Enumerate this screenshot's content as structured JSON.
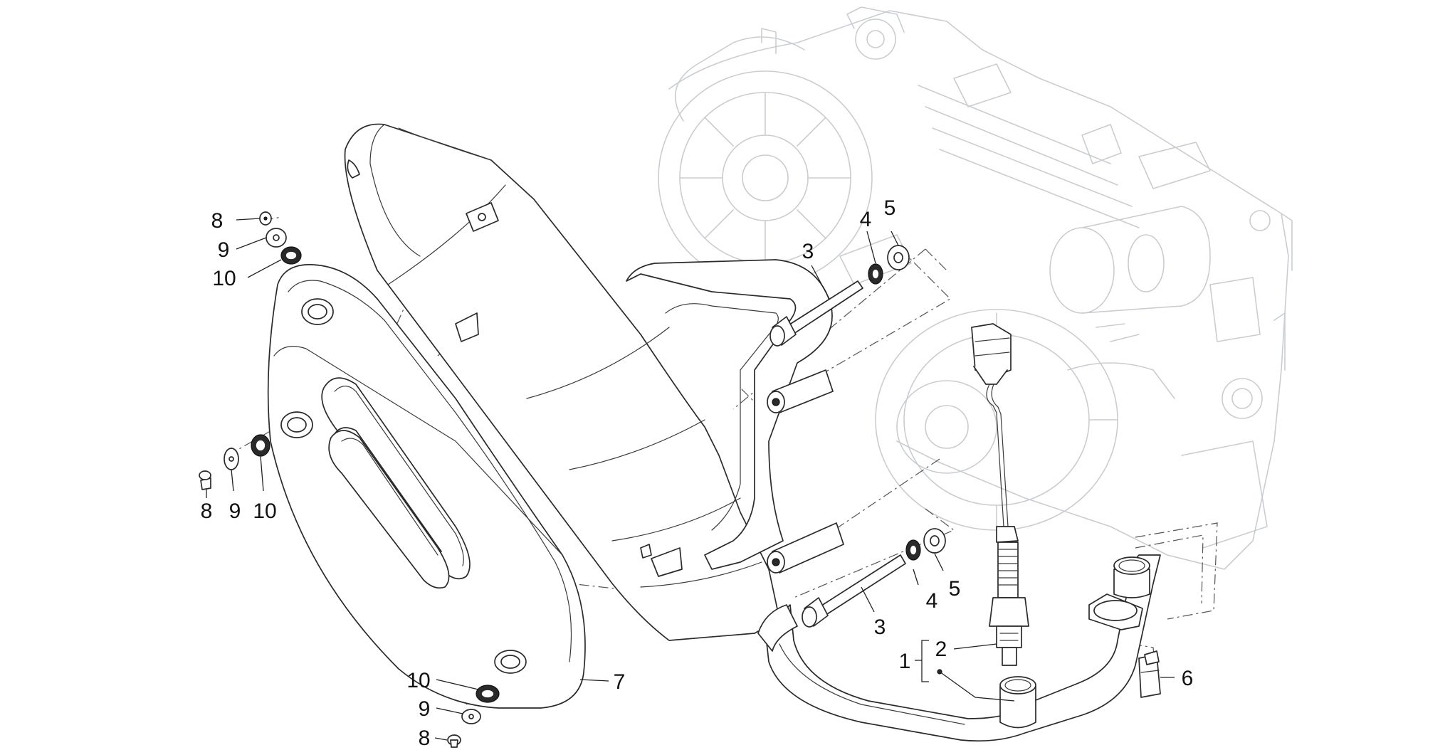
{
  "callouts": {
    "c1": "1",
    "c2": "2",
    "c3a": "3",
    "c3b": "3",
    "c4a": "4",
    "c4b": "4",
    "c5a": "5",
    "c5b": "5",
    "c6": "6",
    "c7": "7",
    "c8a": "8",
    "c8b": "8",
    "c8c": "8",
    "c9a": "9",
    "c9b": "9",
    "c9c": "9",
    "c10a": "10",
    "c10b": "10",
    "c10c": "10"
  }
}
